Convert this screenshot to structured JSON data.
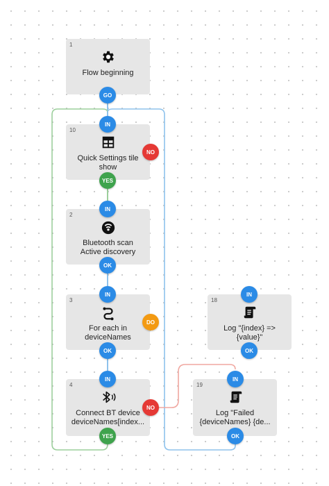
{
  "colors": {
    "in_port": "#2b8be6",
    "go_port": "#2b8be6",
    "ok_port": "#2b8be6",
    "yes_port": "#3fa34d",
    "no_port": "#e53935",
    "do_port": "#f39a12",
    "wire_blue": "#8ec2ec",
    "wire_green": "#9ccf9c",
    "wire_red": "#f0a7a0",
    "block_bg": "#e6e6e6"
  },
  "blocks": {
    "b1": {
      "id": "1",
      "icon": "gear-icon",
      "label": "Flow beginning",
      "go": "GO"
    },
    "b10": {
      "id": "10",
      "icon": "quick-settings-icon",
      "label": "Quick Settings tile\nshow",
      "in": "IN",
      "yes": "YES",
      "no": "NO"
    },
    "b2": {
      "id": "2",
      "icon": "bluetooth-scan-icon",
      "label": "Bluetooth scan\nActive discovery",
      "in": "IN",
      "ok": "OK"
    },
    "b3": {
      "id": "3",
      "icon": "loop-icon",
      "label": "For each in\ndeviceNames",
      "in": "IN",
      "ok": "OK",
      "do": "DO"
    },
    "b4": {
      "id": "4",
      "icon": "bluetooth-connect-icon",
      "label": "Connect BT device\ndeviceNames[index...",
      "in": "IN",
      "yes": "YES",
      "no": "NO"
    },
    "b18": {
      "id": "18",
      "icon": "log-icon",
      "label": "Log \"{index} =>\n{value}\"",
      "in": "IN",
      "ok": "OK"
    },
    "b19": {
      "id": "19",
      "icon": "log-icon",
      "label": "Log \"Failed\n{deviceNames} {de...",
      "in": "IN",
      "ok": "OK"
    }
  }
}
